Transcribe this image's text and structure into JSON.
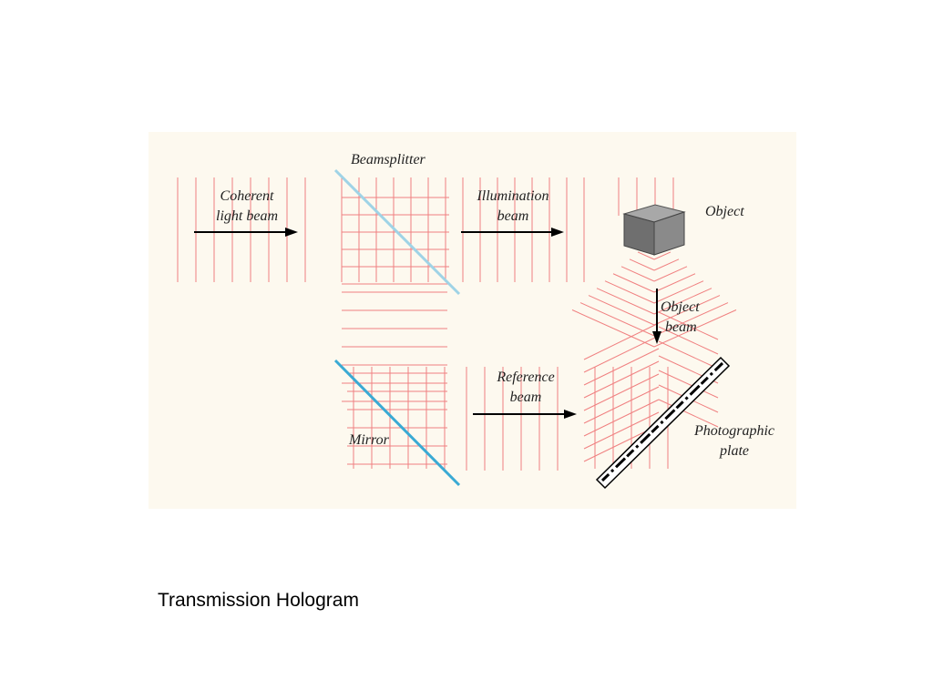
{
  "slide": {
    "caption": "Transmission Hologram"
  },
  "diagram": {
    "labels": {
      "coherent_1": "Coherent",
      "coherent_2": "light beam",
      "beamsplitter": "Beamsplitter",
      "illumination_1": "Illumination",
      "illumination_2": "beam",
      "object": "Object",
      "object_beam_1": "Object",
      "object_beam_2": "beam",
      "reference_1": "Reference",
      "reference_2": "beam",
      "mirror": "Mirror",
      "plate_1": "Photographic",
      "plate_2": "plate"
    },
    "colors": {
      "panel_bg": "#fdf9ef",
      "wavefront": "#f08080",
      "optics": "#5bb8d8",
      "arrow": "#000000",
      "cube_top": "#9a9a9a",
      "cube_front": "#6e6e6e",
      "cube_side": "#505050"
    }
  }
}
